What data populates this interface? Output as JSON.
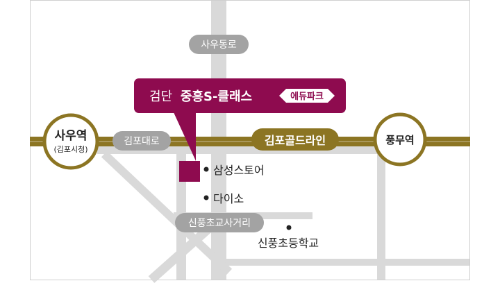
{
  "colors": {
    "background": "#ffffff",
    "frame": "#cfcfcf",
    "road": "#d9d9d9",
    "road_label_bg": "#a3a3a3",
    "subway_line": "#8c7523",
    "station_border": "#8c7523",
    "callout_bg": "#8e0b4f",
    "marker": "#8e0b4f",
    "text_dark": "#222222",
    "text_white": "#ffffff"
  },
  "callout": {
    "title_prefix": "검단",
    "title_brand": "중흥S-클래스",
    "badge": "에듀파크"
  },
  "road_labels": {
    "sawoo_dong_ro": "사우동로",
    "gimpo_dae_ro": "김포대로",
    "sinpung_intersection": "신풍초교사거리"
  },
  "subway_line_label": "김포골드라인",
  "stations": {
    "sawoo": {
      "name": "사우역",
      "sub": "(김포시청)"
    },
    "pungmu": {
      "name": "풍무역"
    }
  },
  "landmarks": {
    "samsung_store": "삼성스토어",
    "daiso": "다이소",
    "sinpung_school": "신풍초등학교"
  }
}
